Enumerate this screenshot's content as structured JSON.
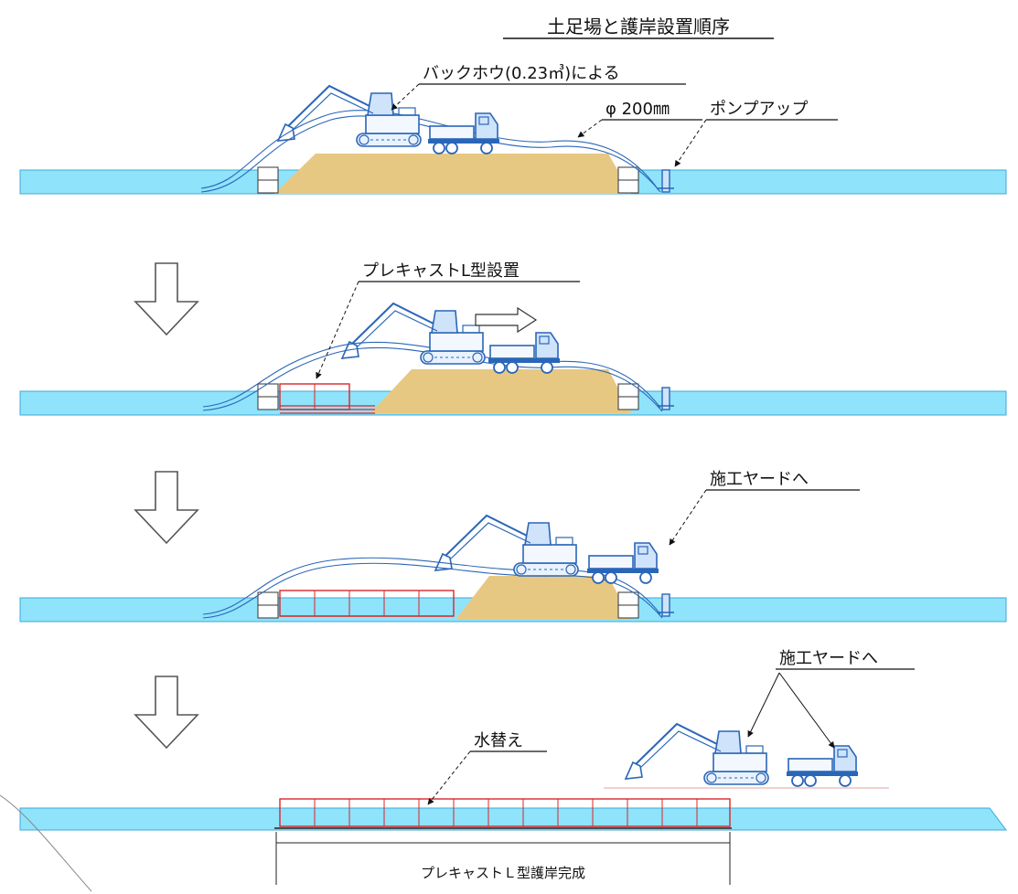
{
  "title": "土足場と護岸設置順序",
  "stages": [
    {
      "id": "stage1",
      "labels": {
        "backhoe": "バックホウ(0.23㎥)による",
        "pipe": "φ 200㎜",
        "pump": "ポンプアップ"
      }
    },
    {
      "id": "stage2",
      "labels": {
        "precast": "プレキャストL型設置"
      }
    },
    {
      "id": "stage3",
      "labels": {
        "yard": "施工ヤードへ"
      }
    },
    {
      "id": "stage4",
      "labels": {
        "yard": "施工ヤードへ",
        "water": "水替え",
        "complete": "プレキャストＬ型護岸完成"
      }
    }
  ],
  "colors": {
    "water": "#8fe3fb",
    "water_edge": "#3fa9d6",
    "soil": "#e7c882",
    "machine": "#2a66b8",
    "wall": "#d9262a",
    "arrow": "#555555"
  }
}
